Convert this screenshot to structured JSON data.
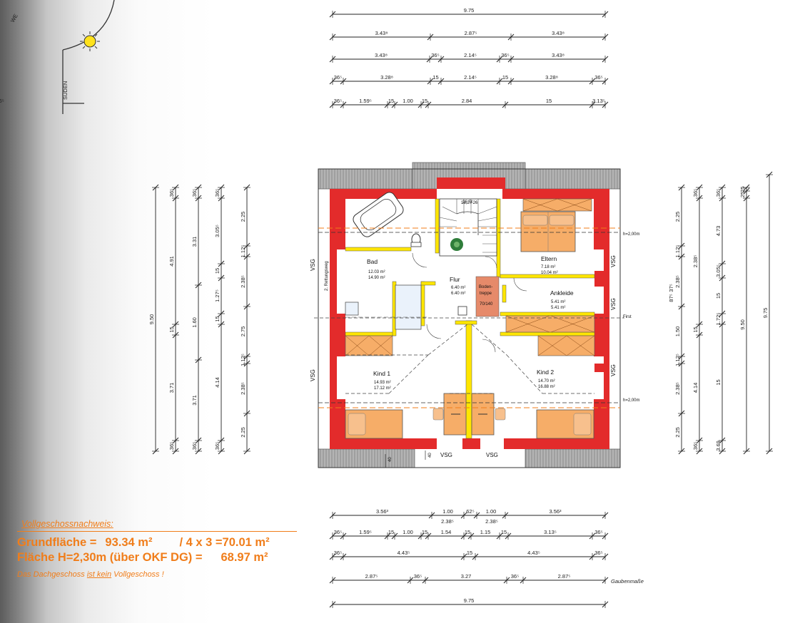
{
  "compass": {
    "label_south": "SÜDEN",
    "label_west": "WE"
  },
  "top_dimensions": {
    "row1": [
      "9.75"
    ],
    "row2": [
      "3.43⁸",
      "2.87⁵",
      "3.43⁸"
    ],
    "row3": [
      "3.43⁸",
      "36⁵",
      "2.14⁵",
      "36⁵",
      "3.43⁸"
    ],
    "row4": [
      "36⁵",
      "3.28⁸",
      "15",
      "2.14⁵",
      "15",
      "3.28⁸",
      "36⁵"
    ],
    "row5": [
      "36⁵",
      "1.59⁵",
      "15",
      "1.00",
      "15",
      "2.84",
      "15",
      "3.13⁵",
      "36⁵"
    ]
  },
  "bottom_dimensions": {
    "row1": [
      "3.56³",
      "1.00",
      "62⁵",
      "1.00",
      "3.56³"
    ],
    "row1_sub": [
      "2.38⁵",
      "2.38⁵"
    ],
    "row2": [
      "36⁵",
      "1.59⁵",
      "15",
      "1.00",
      "15",
      "1.54",
      "15",
      "1.15",
      "15",
      "3.13⁵",
      "36⁵"
    ],
    "row3": [
      "36⁵",
      "4.43⁵",
      "15",
      "4.43⁵",
      "36⁵"
    ],
    "row4": [
      "2.87⁵",
      "36⁵",
      "3.27",
      "36⁵",
      "2.87⁵"
    ],
    "row4_note": "Gaubenmaße",
    "row5": [
      "9.75"
    ]
  },
  "left_dimensions": {
    "col1": [
      "9.50"
    ],
    "col2": [
      "36⁵",
      "4.91",
      "15",
      "3.71",
      "36⁵"
    ],
    "col3": [
      "36⁵",
      "3.31",
      "1.60",
      "3.71",
      "36⁵"
    ],
    "col4": [
      "36⁵",
      "3.05⁵",
      "15",
      "1.27⁵",
      "15",
      "4.14",
      "36⁵"
    ],
    "col5": [
      "2.25",
      "1.12⁵",
      "2.38⁵",
      "2.75",
      "1.12⁵",
      "2.38⁵",
      "2.25"
    ]
  },
  "right_dimensions": {
    "col1": [
      "2.25",
      "1.12⁵",
      "2.38⁵",
      "1.50",
      "1.12⁵",
      "2.38⁵",
      "2.25"
    ],
    "col1_extra": [
      "87⁵",
      "37⁵"
    ],
    "col2": [
      "36⁵",
      "2.38⁵",
      "15",
      "4.14",
      "36⁵"
    ],
    "col3": [
      "36⁵",
      "4.73",
      "3.05⁵",
      "15",
      "1.72⁵",
      "15",
      "3.69",
      "36⁵"
    ],
    "col4": [
      "25",
      "25",
      "9.50"
    ],
    "col5": [
      "9.75"
    ]
  },
  "plan": {
    "rooms": [
      {
        "name": "Bad",
        "area1": "12.03 m²",
        "area2": "14.90 m²"
      },
      {
        "name": "Flur",
        "area1": "6.40 m²",
        "area2": "6.40 m²"
      },
      {
        "name": "Eltern",
        "area1": "7.18 m²",
        "area2": "10.04 m²"
      },
      {
        "name": "Ankleide",
        "area1": "5.41 m²",
        "area2": "5.41 m²"
      },
      {
        "name": "Kind 1",
        "area1": "14.93 m²",
        "area2": "17.12 m²"
      },
      {
        "name": "Kind 2",
        "area1": "14.70 m²",
        "area2": "16.88 m²"
      }
    ],
    "bodentreppe": [
      "Boden-",
      "treppe",
      "70/140"
    ],
    "stairs_label": [
      "16 St",
      "18,2 / 26"
    ],
    "rettungsweg": "2. Rettungsweg",
    "vsg": "VSG",
    "h_label": "h=2,00m",
    "first_label": "First",
    "small_dims": [
      "40",
      "40"
    ]
  },
  "notes": {
    "title": "Vollgeschossnachweis:",
    "line1_label": "Grundfläche =",
    "line1_value": "93.34 m²",
    "line1_calc": "/ 4 x 3 =70.01 m²",
    "line2_label": "Fläche H=2,30m (über OKF DG) =",
    "line2_value": "68.97 m²",
    "footer_pre": "Das Dachgeschoss",
    "footer_emph": "ist kein",
    "footer_post": "Vollgeschoss !"
  },
  "colors": {
    "wall_red": "#e32b2b",
    "wall_yellow": "#ffe600",
    "furniture_orange": "#f5a356",
    "note_orange": "#f07d1a",
    "roof_grey": "#9a9a9a"
  }
}
